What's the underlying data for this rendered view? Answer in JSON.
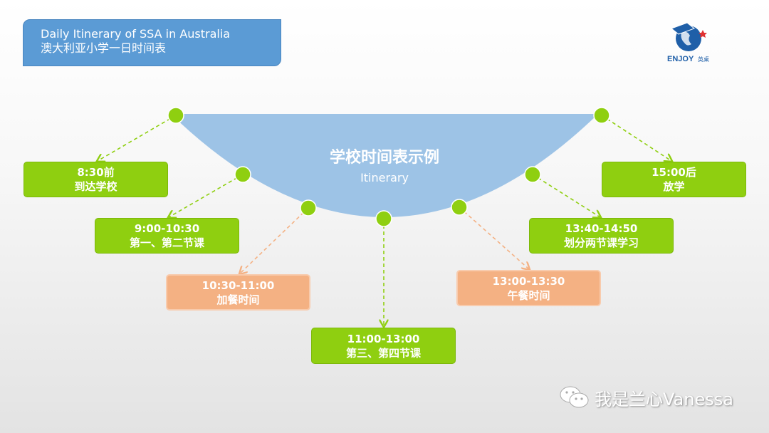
{
  "header": {
    "title_en": "Daily Itinerary of SSA in Australia",
    "title_cn": "澳大利亚小学一日时间表"
  },
  "logo": {
    "text": "ENJOY",
    "text_cn": "英桌"
  },
  "center": {
    "title": "学校时间表示例",
    "subtitle": "Itinerary"
  },
  "items": [
    {
      "time": "8:30前",
      "label": "到达学校",
      "type": "green"
    },
    {
      "time": "9:00-10:30",
      "label": "第一、第二节课",
      "type": "green"
    },
    {
      "time": "10:30-11:00",
      "label": "加餐时间",
      "type": "orange"
    },
    {
      "time": "11:00-13:00",
      "label": "第三、第四节课",
      "type": "green"
    },
    {
      "time": "13:00-13:30",
      "label": "午餐时间",
      "type": "orange"
    },
    {
      "time": "13:40-14:50",
      "label": "划分两节课学习",
      "type": "green"
    },
    {
      "time": "15:00后",
      "label": "放学",
      "type": "green"
    }
  ],
  "watermark": {
    "text": "我是兰心Vanessa",
    "icon": "wechat-icon"
  },
  "colors": {
    "green": "#8fcf10",
    "orange": "#f4b183",
    "blue": "#9dc3e6",
    "title": "#5b9bd5"
  }
}
